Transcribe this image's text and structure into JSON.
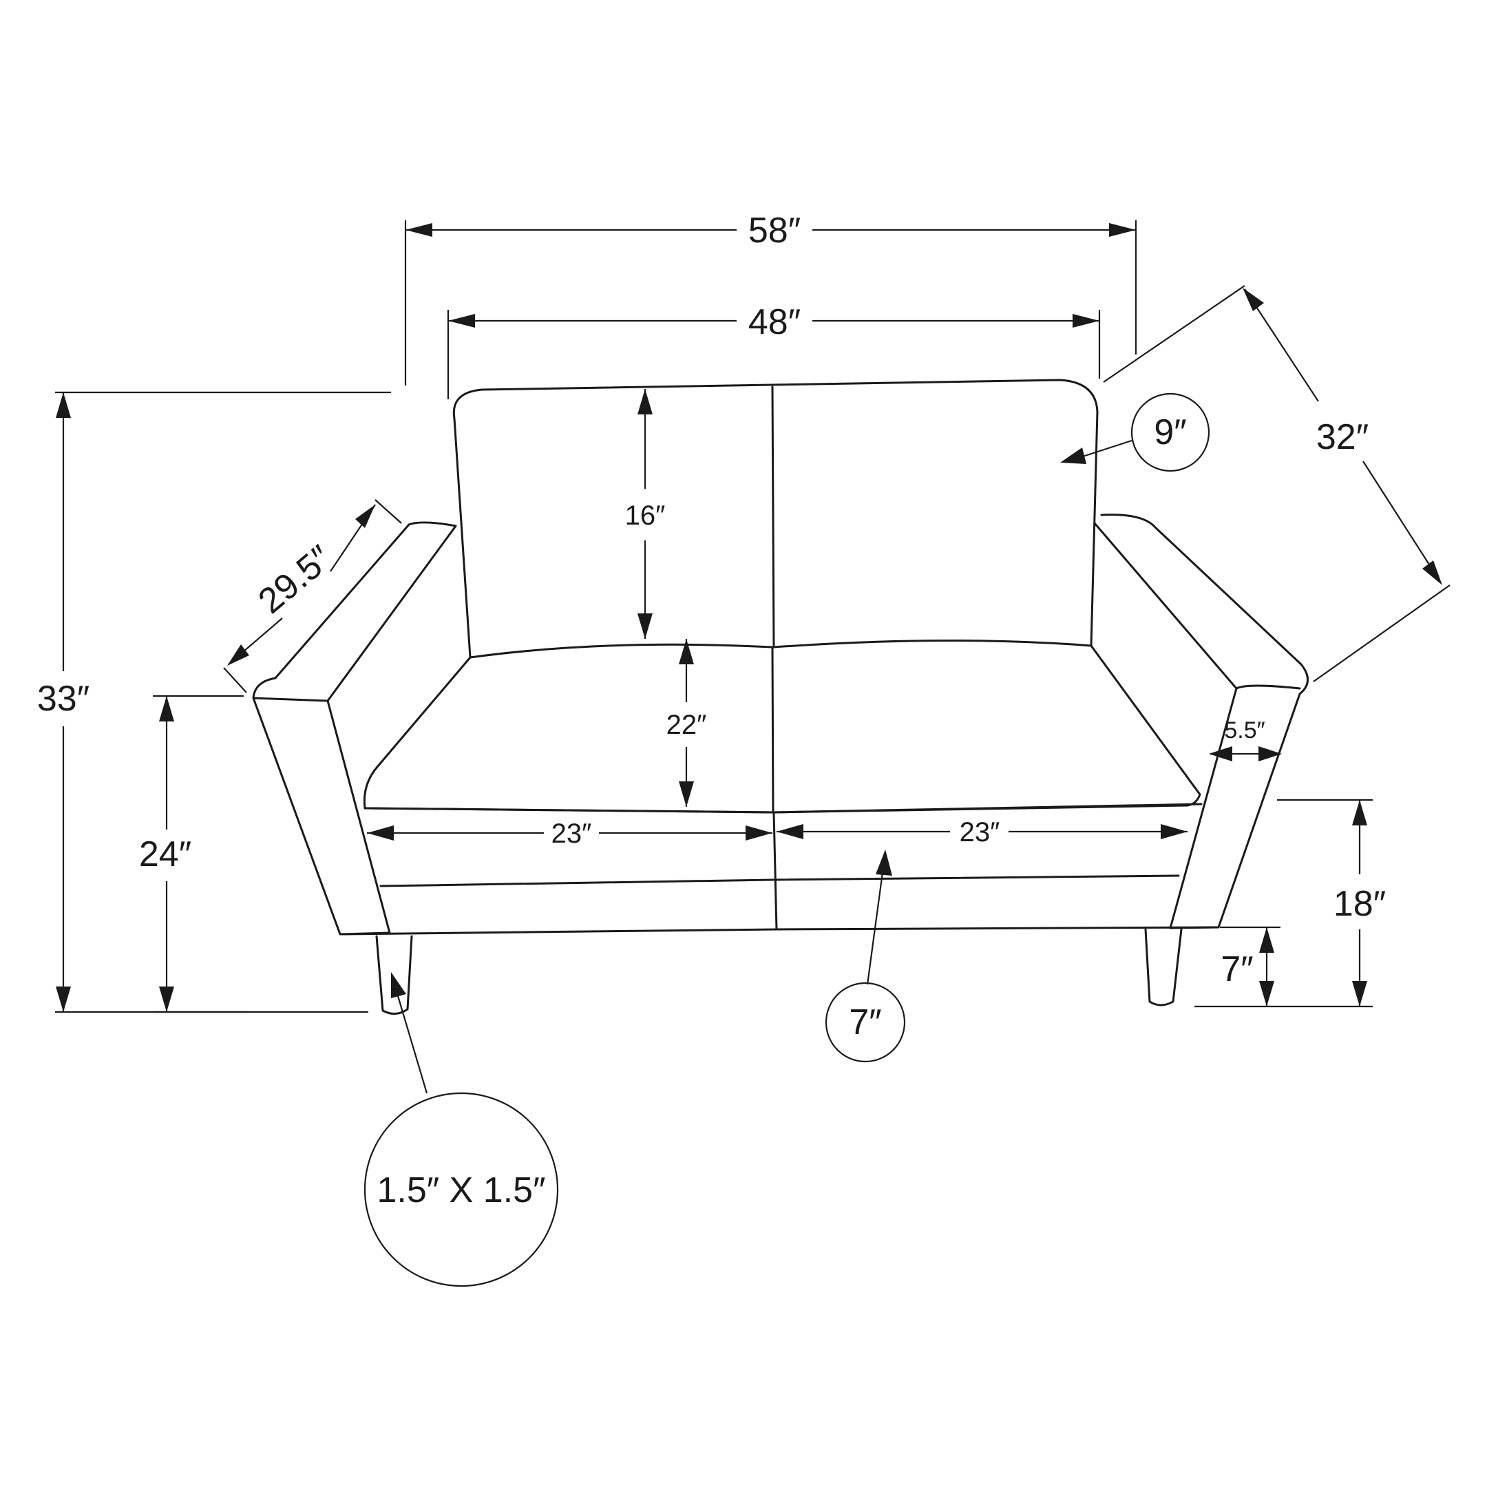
{
  "diagram": {
    "labels": {
      "overall_width": "58″",
      "seat_width": "48″",
      "overall_depth": "32″",
      "back_cushion_depth": "9″",
      "back_cushion_height": "16″",
      "seat_depth": "22″",
      "arm_length": "29.5″",
      "overall_height": "33″",
      "arm_height": "24″",
      "arm_width": "5.5″",
      "seat_height": "18″",
      "leg_height": "7″",
      "seat_cushion_left_width": "23″",
      "seat_cushion_right_width": "23″",
      "seat_cushion_thickness": "7″",
      "leg_size": "1.5″ X 1.5″"
    }
  }
}
